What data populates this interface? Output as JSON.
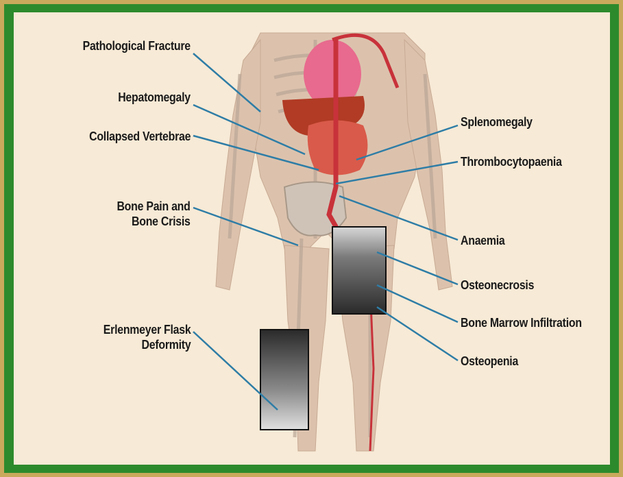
{
  "labels": {
    "pathological_fracture": "Pathological Fracture",
    "hepatomegaly": "Hepatomegaly",
    "collapsed_vertebrae": "Collapsed Vertebrae",
    "bone_pain_line1": "Bone Pain and",
    "bone_pain_line2": "Bone Crisis",
    "erlenmeyer_line1": "Erlenmeyer Flask",
    "erlenmeyer_line2": "Deformity",
    "splenomegaly": "Splenomegaly",
    "thrombocytopaenia": "Thrombocytopaenia",
    "anaemia": "Anaemia",
    "osteonecrosis": "Osteonecrosis",
    "bone_marrow_infiltration": "Bone Marrow Infiltration",
    "osteopenia": "Osteopenia"
  },
  "colors": {
    "border_gold": "#c9a95c",
    "border_green": "#2c8a2c",
    "panel_background": "#f7ead6",
    "leader_line": "#2e7da6",
    "body_skin": "#dcc2ad",
    "heart": "#e86a8e",
    "liver": "#b13b25",
    "spleen": "#d95a4a",
    "artery": "#c8323a"
  }
}
